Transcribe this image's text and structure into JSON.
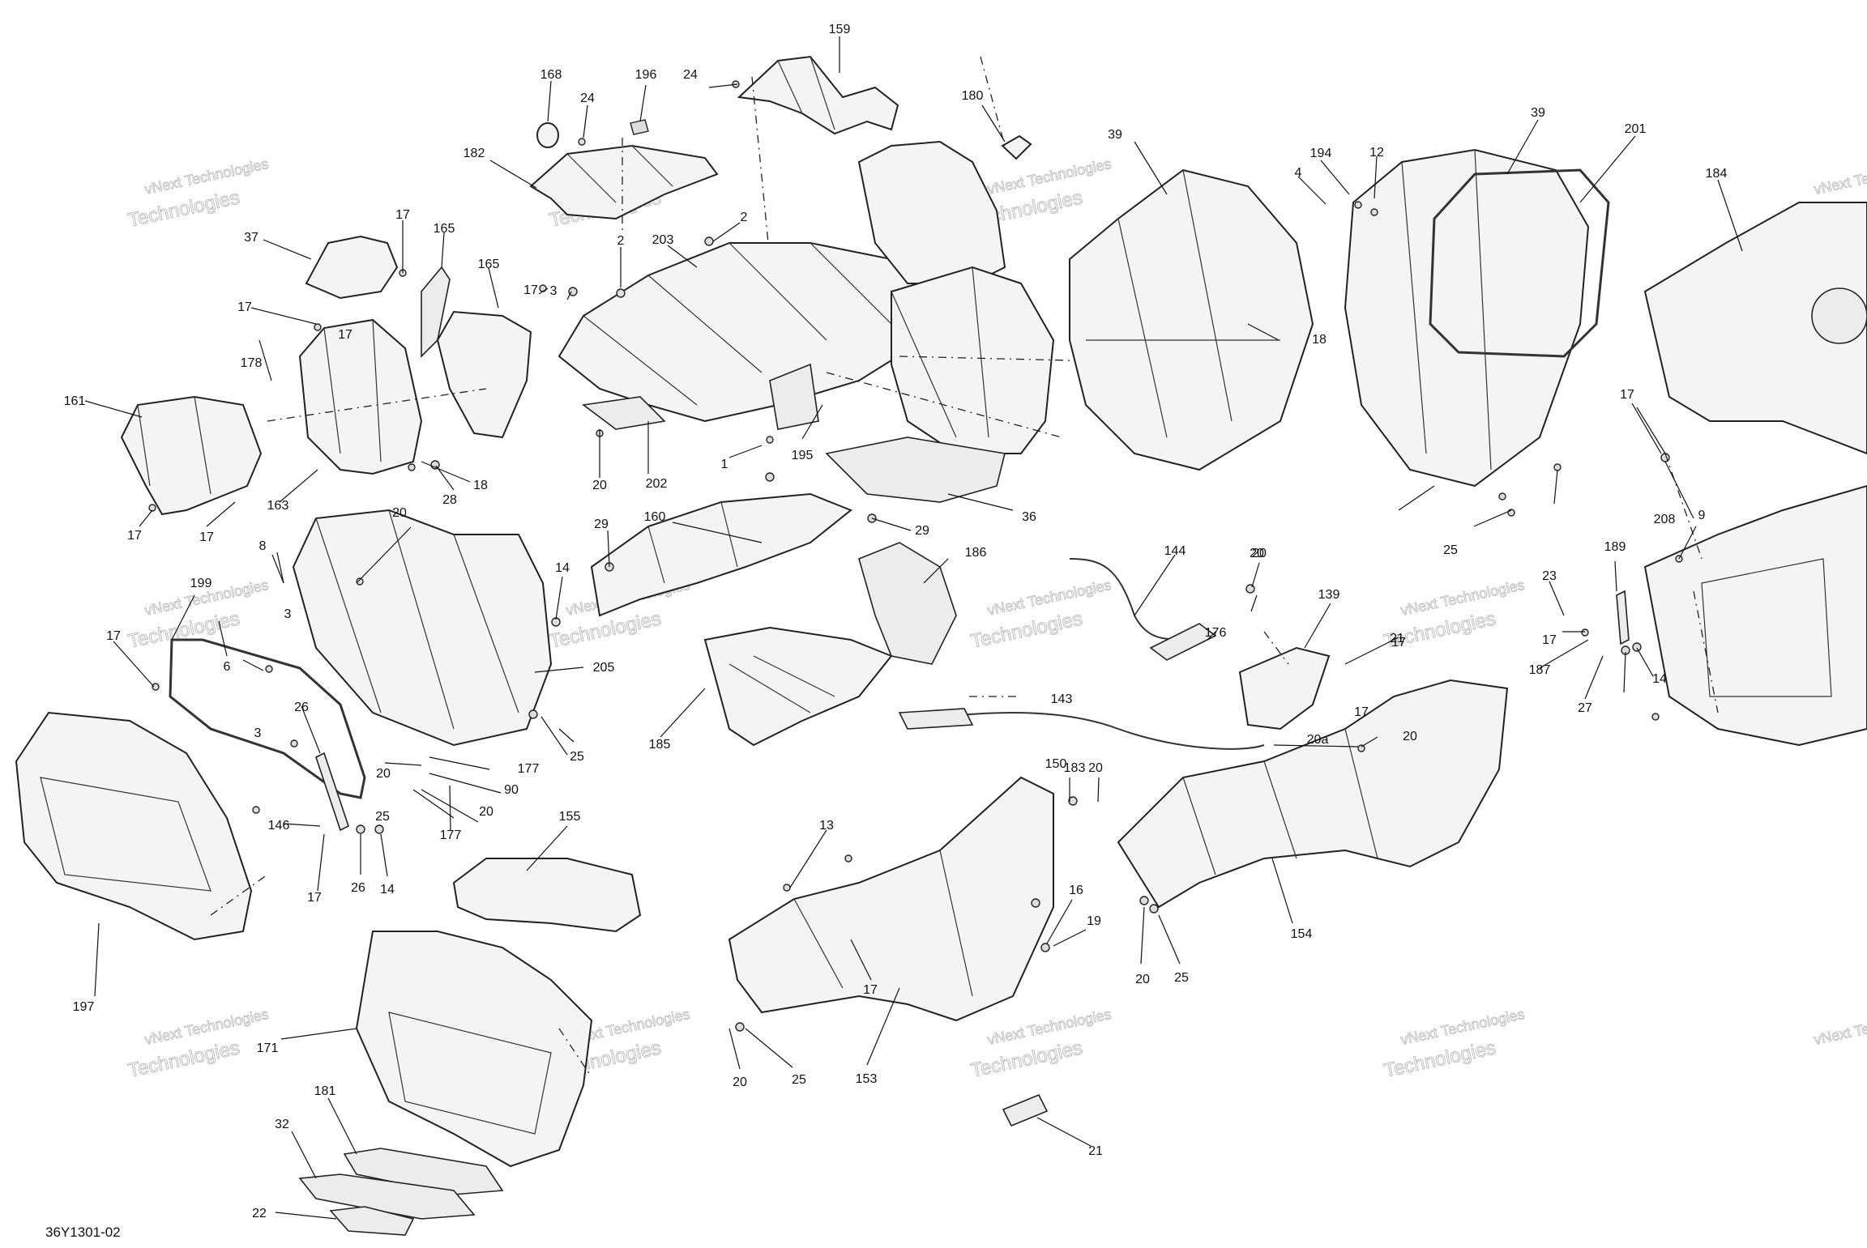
{
  "diagram": {
    "figure_code": "36Y1301-02",
    "watermark": {
      "line1": "vNext Technologies",
      "line2": "Technologies"
    },
    "callouts": [
      "159",
      "168",
      "24",
      "196",
      "180",
      "39",
      "194",
      "12",
      "39",
      "201",
      "184",
      "182",
      "24",
      "37",
      "17",
      "165",
      "165",
      "2",
      "2",
      "203",
      "4",
      "17",
      "17",
      "3",
      "17",
      "178",
      "161",
      "163",
      "28",
      "18",
      "18",
      "1",
      "195",
      "20",
      "202",
      "36",
      "17",
      "17",
      "208",
      "9",
      "17",
      "29",
      "29",
      "160",
      "186",
      "144",
      "20",
      "8",
      "20",
      "199",
      "17",
      "14",
      "20",
      "139",
      "23",
      "189",
      "17",
      "3",
      "6",
      "205",
      "185",
      "176",
      "21",
      "187",
      "27",
      "14",
      "3",
      "26",
      "25",
      "143",
      "20a",
      "20",
      "17",
      "17",
      "177",
      "20",
      "90",
      "20",
      "25",
      "20",
      "146",
      "17",
      "26",
      "14",
      "177",
      "155",
      "13",
      "16",
      "19",
      "154",
      "17",
      "153",
      "20",
      "25",
      "20",
      "25",
      "150",
      "183",
      "197",
      "171",
      "181",
      "32",
      "21",
      "22",
      "25"
    ]
  }
}
